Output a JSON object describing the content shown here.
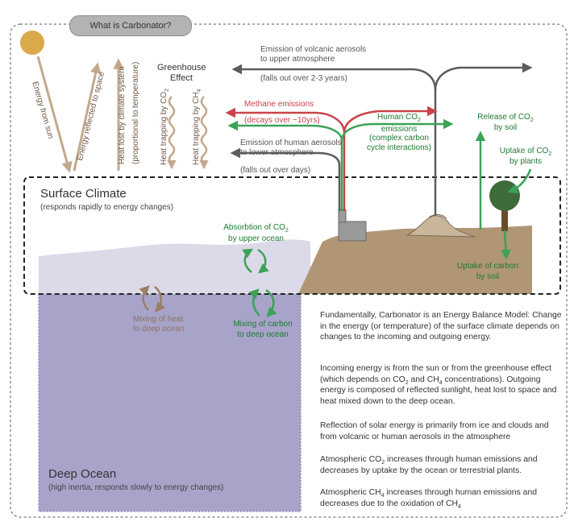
{
  "title": "What is Carbonator?",
  "sun_labels": {
    "energy_from_sun": "Energy from sun",
    "energy_reflected": "Energy reflected to space",
    "heat_lost_line1": "Heat lost by climate system",
    "heat_lost_line2": "(proportional to temperature)",
    "greenhouse_line1": "Greenhouse",
    "greenhouse_line2": "Effect",
    "heat_trap_co2": "Heat trapping by CO",
    "heat_trap_co2_sub": "2",
    "heat_trap_ch4": "Heat trapping by CH",
    "heat_trap_ch4_sub": "4"
  },
  "atmosphere_labels": {
    "volcanic_line1": "Emission of volcanic aerosols",
    "volcanic_line2": "to upper atmosphere",
    "volcanic_line3": "(falls out over 2-3 years)",
    "methane_line1": "Methane emissions",
    "methane_line2": "(decays over ~10yrs)",
    "human_co2_line1": "Human CO",
    "human_co2_sub": "2",
    "human_co2_line2": "emissions",
    "human_co2_line3": "(complex carbon",
    "human_co2_line4": "cycle interactions)",
    "aerosol_line1": "Emission of human aerosols",
    "aerosol_line2": "to lower atmosphere",
    "aerosol_line3": "(falls out over days)",
    "soil_release_line1": "Release of CO",
    "soil_release_sub": "2",
    "soil_release_line2": "by soil",
    "plant_uptake_line1": "Uptake of CO",
    "plant_uptake_sub": "2",
    "plant_uptake_line2": "by plants"
  },
  "surface": {
    "title": "Surface Climate",
    "subtitle": "(responds rapidly to energy changes)",
    "ocean_absorb_line1": "Absorbtion of CO",
    "ocean_absorb_sub": "2",
    "ocean_absorb_line2": "by upper ocean",
    "soil_uptake_line1": "Uptake of carbon",
    "soil_uptake_line2": "by soil"
  },
  "deep": {
    "heat_mix_line1": "Mixing of heat",
    "heat_mix_line2": "to deep ocean",
    "carbon_mix_line1": "Mixing of carbon",
    "carbon_mix_line2": "to deep ocean",
    "title": "Deep Ocean",
    "subtitle": "(high inertia, responds slowly to energy changes)"
  },
  "explanation": {
    "p1": "Fundamentally, Carbonator is an Energy Balance Model: Change in the energy (or temperature) of the surface climate depends on changes to the incoming and outgoing energy.",
    "p2a": "Incoming energy is from the sun or from the greenhouse effect (which depends on CO",
    "p2b": " and CH",
    "p2c": " concentrations). Outgoing energy is composed of reflected sunlight, heat lost to space and heat mixed down to the deep ocean.",
    "p3": "Reflection of solar energy is primarily from ice and clouds and from volcanic or human aerosols in the atmosphere",
    "p4a": "Atmospheric CO",
    "p4b": " increases through human emissions and decreases by uptake by the ocean or terrestrial plants.",
    "p5a": "Atmospheric CH",
    "p5b": " increases through human emissions and decreases due to the oxidation of CH",
    "sub2": "2",
    "sub4": "4"
  },
  "colors": {
    "sun": "#d9a94a",
    "energy_arrow": "#c2a98c",
    "aerosol_arrow": "#5c5c5c",
    "methane_arrow": "#c8434a",
    "carbon_arrow": "#3aa357",
    "land": "#b09674",
    "upper_ocean": "#dcdae8",
    "deep_ocean": "#a7a3c9",
    "tree_crown": "#3e6b3a"
  }
}
